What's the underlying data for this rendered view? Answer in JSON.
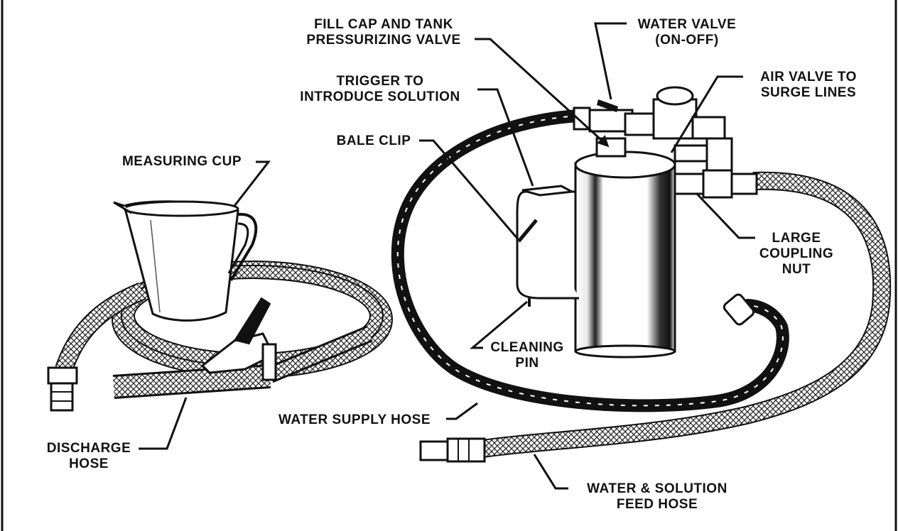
{
  "labels": {
    "fill_cap": [
      "FILL CAP AND TANK",
      "PRESSURIZING VALVE"
    ],
    "water_valve": [
      "WATER VALVE",
      "(ON-OFF)"
    ],
    "trigger": [
      "TRIGGER TO",
      "INTRODUCE SOLUTION"
    ],
    "air_valve": [
      "AIR VALVE TO",
      "SURGE LINES"
    ],
    "bale_clip": [
      "BALE CLIP"
    ],
    "measuring_cup": [
      "MEASURING CUP"
    ],
    "large_coupling_nut": [
      "LARGE",
      "COUPLING",
      "NUT"
    ],
    "cleaning_pin": [
      "CLEANING",
      "PIN"
    ],
    "water_supply_hose": [
      "WATER SUPPLY HOSE"
    ],
    "discharge_hose": [
      "DISCHARGE",
      "HOSE"
    ],
    "feed_hose": [
      "WATER & SOLUTION",
      "FEED HOSE"
    ]
  }
}
